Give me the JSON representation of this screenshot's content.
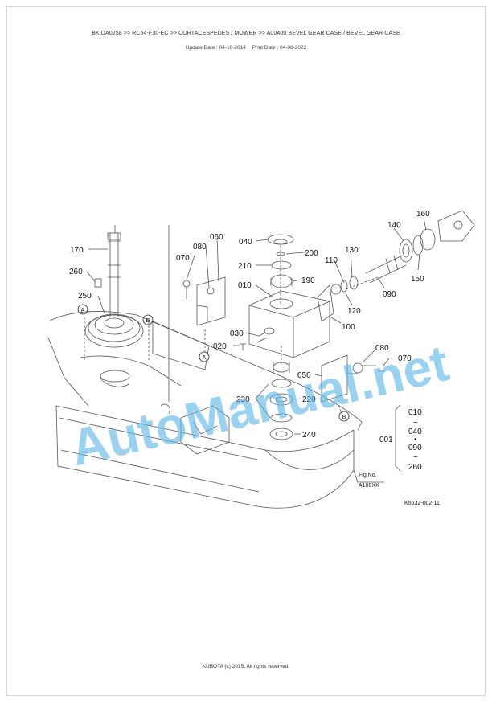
{
  "header": {
    "breadcrumb": "BKIDA0258 >> RC54-F30-EC >> CORTACESPEDES / MOWER >> A00400   BEVEL GEAR CASE / BEVEL GEAR CASE",
    "update_date": "Update Date : 04-10-2014",
    "print_date": "Print Date : 04-08-2022"
  },
  "diagram": {
    "callouts": {
      "p170": "170",
      "p260": "260",
      "p250": "250",
      "p070a": "070",
      "p080a": "080",
      "p060": "060",
      "p040": "040",
      "p200": "200",
      "p210": "210",
      "p190": "190",
      "p010": "010",
      "p110": "110",
      "p130": "130",
      "p140": "140",
      "p160": "160",
      "p150": "150",
      "p090": "090",
      "p120": "120",
      "p100": "100",
      "p030": "030",
      "p020": "020",
      "p080b": "080",
      "p070b": "070",
      "p050": "050",
      "p230": "230",
      "p220": "220",
      "p240": "240"
    },
    "circle_refs": {
      "a": "A",
      "b": "B"
    },
    "assembly": {
      "label": "001",
      "items": [
        "010",
        "~",
        "040",
        "•",
        "090",
        "~",
        "260"
      ]
    },
    "fig_no": "Fig.No.",
    "fig_code": "A100XX",
    "drawing_code": "K5632-002-11",
    "watermark": "AutoManual.net"
  },
  "footer": {
    "copyright": "KUBOTA (c) 2015. All rights reserved."
  }
}
